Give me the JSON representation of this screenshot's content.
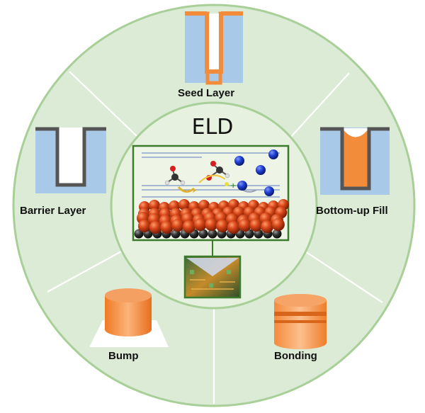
{
  "center": {
    "title": "ELD"
  },
  "segments": [
    {
      "id": "seed",
      "label": "Seed Layer"
    },
    {
      "id": "fill",
      "label": "Bottom-up Fill"
    },
    {
      "id": "bonding",
      "label": "Bonding"
    },
    {
      "id": "bump",
      "label": "Bump"
    },
    {
      "id": "barrier",
      "label": "Barrier Layer"
    }
  ],
  "colors": {
    "ring_fill": "#dcebd5",
    "inner_fill": "#e6f2df",
    "ring_stroke": "#a9cf98",
    "trench_blue": "#a9c9e8",
    "trench_dark": "#555555",
    "copper_orange": "#f28c3b",
    "molecule_blue": "#1f3fbf",
    "particle_red": "#c83a12",
    "substrate_dark": "#2a2a2a"
  }
}
